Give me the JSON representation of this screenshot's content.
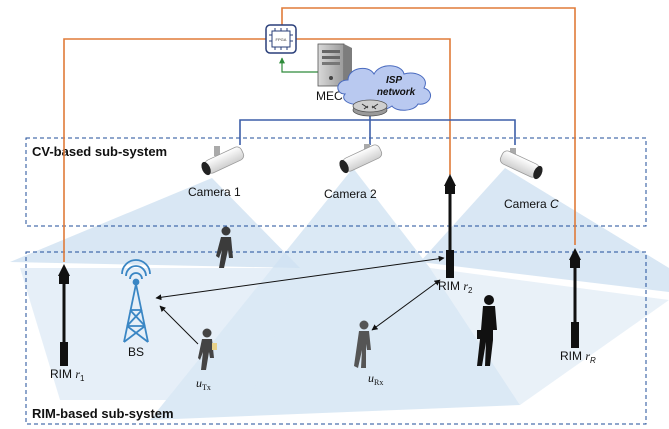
{
  "mec_label": "MEC",
  "isp": {
    "line1": "ISP",
    "line2": "network"
  },
  "chip_text": "FPGA",
  "subsystems": {
    "cv": "CV-based sub-system",
    "rim": "RIM-based sub-system"
  },
  "cameras": [
    {
      "name": "Camera 1"
    },
    {
      "name": "Camera 2"
    },
    {
      "name": "Camera ",
      "italic": "C"
    }
  ],
  "rim_nodes": [
    {
      "prefix": "RIM ",
      "var": "r",
      "sub": "1"
    },
    {
      "prefix": "RIM ",
      "var": "r",
      "sub": "2"
    },
    {
      "prefix": "RIM ",
      "var": "r",
      "sub": "R"
    }
  ],
  "bs_label": "BS",
  "users": [
    {
      "var": "u",
      "sub": "Tx"
    },
    {
      "var": "u",
      "sub": "Rx"
    }
  ],
  "colors": {
    "fiber": "#e07b39",
    "ethernet": "#3d5fa8",
    "cloud": "#b9c9f0",
    "cone": "#c7dcef",
    "border": "#1f4e9a",
    "tower": "#3a86c4",
    "arrow_green": "#2e8b3a"
  }
}
